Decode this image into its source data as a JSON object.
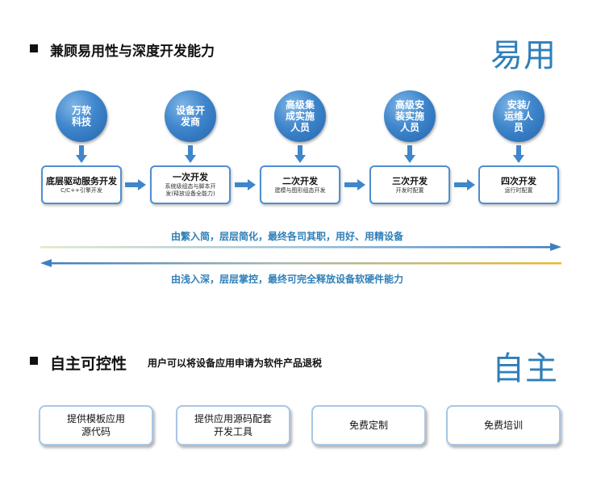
{
  "section1": {
    "title": "兼顾易用性与深度开发能力",
    "badge": "易用",
    "roles": [
      "万软\n科技",
      "设备开\n发商",
      "高级集\n成实施\n人员",
      "高级安\n装实施\n人员",
      "安装/\n运维人\n员"
    ],
    "stages": [
      {
        "title": "底层驱动服务开发",
        "sub": "C/C++引擎开发"
      },
      {
        "title": "一次开发",
        "sub": "系统级组态与脚本开\n发(释放设备全能力)"
      },
      {
        "title": "二次开发",
        "sub": "建模与图形组态开发"
      },
      {
        "title": "三次开发",
        "sub": "开发时配置"
      },
      {
        "title": "四次开发",
        "sub": "运行时配置"
      }
    ],
    "flow_top": "由繁入简，层层简化，最终各司其职，用好、用精设备",
    "flow_bottom": "由浅入深，层层掌控，最终可完全释放设备软硬件能力"
  },
  "section2": {
    "title": "自主可控性",
    "note": "用户可以将设备应用申请为软件产品退税",
    "badge": "自主",
    "buttons": [
      "提供模板应用\n源代码",
      "提供应用源码配套\n开发工具",
      "免费定制",
      "免费培训"
    ]
  },
  "colors": {
    "accent": "#2f7fb8",
    "circle": "#3f86cc",
    "box_border": "#4f8fd0",
    "arrow_top_line": "#c8dcb0",
    "arrow_bottom_line": "#e8b830"
  }
}
